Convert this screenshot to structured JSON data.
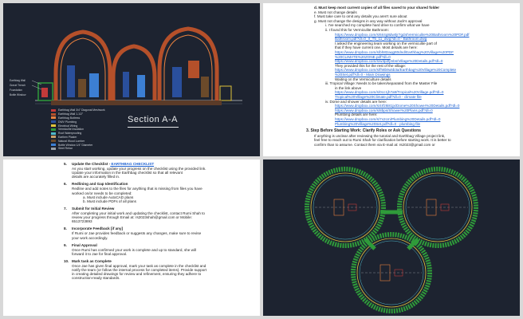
{
  "top_left": {
    "title": "Section A-A",
    "legend": [
      "Earthbag Wall 3/4\" Diagonal Meshwork",
      "Earthbag Wall 1-1/2\"",
      "Earthbag Buttress",
      "DWV Plumbing",
      "Electrical Wiring",
      "Vermiculite Insulation",
      "Roof Waterproofing",
      "Earthen Plaster",
      "Natural Wood Lumber",
      "Bottle Window 1/4\" Diameter",
      "Steel Rebar"
    ]
  },
  "top_right": {
    "lines": [
      {
        "k": "d",
        "t": "d.  Must keep most current copies of all files saved to your shared folder"
      },
      {
        "k": "e",
        "t": "e.  Must not change details"
      },
      {
        "k": "f",
        "t": "f.   Must take care to omit any details you aren't sure about"
      },
      {
        "k": "g",
        "t": "g.  Must not change the designs in any way without Jack's approval"
      },
      {
        "k": "i",
        "t": "i.    I've searched my complete hard drive to confirm what we have"
      },
      {
        "k": "ii",
        "t": "ii.   I found this for Vermiculite Bathroom:"
      },
      {
        "k": "u",
        "t": "https://www.dropbox.com/s/6ri4g8dw0jr7gd4/Vermiculite%20Bathroom%20PDF.pdf"
      },
      {
        "k": "u",
        "t": "Bathroom.pdf?dl=0_II_T5_11_dwg?dl=0 - Bathroom.dwg"
      },
      {
        "k": "t",
        "t": "I asked the engineering team working on the vermiculite part of"
      },
      {
        "k": "t",
        "t": "that if they have current one. Most details are here:"
      },
      {
        "k": "u",
        "t": "https://www.dropbox.com/s/bh8tzaqgtt0dnd/Earthbag%20Village%20PDF"
      },
      {
        "k": "u",
        "t": "%20CLIMATE%20ZONE.pdf?dl=0"
      },
      {
        "k": "u",
        "t": "https://www.dropbox.com/s/w3p2fjmbs/Village%20Details.pdf?dl=0"
      },
      {
        "k": "t",
        "t": "They provided this for the rest of the village:"
      },
      {
        "k": "u",
        "t": "https://www.dropbox.com/s/fh8b9u5b3a/Earthbag%20Village%20Complete"
      },
      {
        "k": "u",
        "t": "%20Set.pdf?dl=0 - Main Drawings"
      },
      {
        "k": "t",
        "t": "Waiting on the Vermiculture details"
      },
      {
        "k": "iii",
        "t": "iii.  Tropical Village: Needs to be taken/separated from the Master File"
      },
      {
        "k": "t",
        "t": "in the link above"
      },
      {
        "k": "u",
        "t": "https://www.dropbox.com/s/0cc1jh7a9/Tropical%20Village.pdf?dl=0"
      },
      {
        "k": "u",
        "t": "Tropical%20Village%20Climate.pdf?dl=0 - climate file"
      },
      {
        "k": "iv",
        "t": "iv.  Dome and shower details are here:"
      },
      {
        "k": "u",
        "t": "https://www.dropbox.com/s/4rfz8i81jx/Dome%20Shower%20Details.pdf?dl=0"
      },
      {
        "k": "u",
        "t": "https://www.dropbox.com/s/8bps/Shower%20Plans.pdf?dl=0"
      },
      {
        "k": "t",
        "t": "Plumbing details are here:"
      },
      {
        "k": "u",
        "t": "https://www.dropbox.com/s/7x2cm/Plumbing%20Details.pdf?dl=0"
      },
      {
        "k": "u",
        "t": "Plumbing%20Village%20Set.pdf?dl=0 - plumbing file"
      },
      {
        "k": "step",
        "t": "3.  Step Before Starting Work: Clarify Roles or Ask Questions"
      },
      {
        "k": "s",
        "t": "If anything is unclear after reviewing the tutorial and Earthbag Village project link,"
      },
      {
        "k": "s",
        "t": "feel free to reach out to Rumi Shah for clarification before starting work. It is better to"
      },
      {
        "k": "s",
        "t": "confirm than to assume. Contact them via E-mail at: rs2023@gmail.com or"
      }
    ]
  },
  "bottom_left": {
    "items": [
      {
        "num": "5.",
        "head": "Update the Checklist -",
        "link": " EARTHBAG CHECKLIST",
        "body": [
          "As you start working, update your progress on the checklist using the provided link.",
          "Update your information in the Earthbag checklist so that all relevant",
          "details are accurately filled in."
        ]
      },
      {
        "num": "6.",
        "head": "Redlining and Gap Identification",
        "link": "",
        "body": [
          "Redline and add notes to the files for anything that is missing from files you have",
          "worked on/or needs to be completed:"
        ],
        "sub": [
          "a.   Must include AutoCAD plans",
          "b.   Must include PDFs of all plans"
        ]
      },
      {
        "num": "7.",
        "head": "Submit for Initial Review",
        "link": "",
        "body": [
          "After completing your initial work and updating the checklist, contact Rumi Shah to",
          "review your progress through Email at: rs2023shah@gmail.com or Mobile:",
          "6513723893"
        ]
      },
      {
        "num": "8.",
        "head": "Incorporate Feedback [if any]",
        "link": "",
        "body": [
          "If Rumi or Jae provides feedback or suggests any changes, make sure to revise",
          "your work accordingly."
        ]
      },
      {
        "num": "9.",
        "head": "Final Approval",
        "link": "",
        "body": [
          "Once Rumi has confirmed your work is complete and up to standard, she will",
          "forward it to Jae for final approval."
        ]
      },
      {
        "num": "10.",
        "head": "Mark task as Complete",
        "link": "",
        "body": [
          "Once Jae has given final approval, mark your task as complete in the checklist and",
          "notify the team (or follow the internal process for completed items). Provide support",
          "in creating detailed drawings for review and refinement, ensuring they adhere to",
          "construction-ready standards."
        ]
      }
    ]
  },
  "colors": {
    "cad_bg": "#1d2330",
    "brick": "#b5502a",
    "green": "#2f9b3a",
    "cyan": "#4fb8c9",
    "yellow": "#e0c33a",
    "link": "#1a5fd0"
  }
}
